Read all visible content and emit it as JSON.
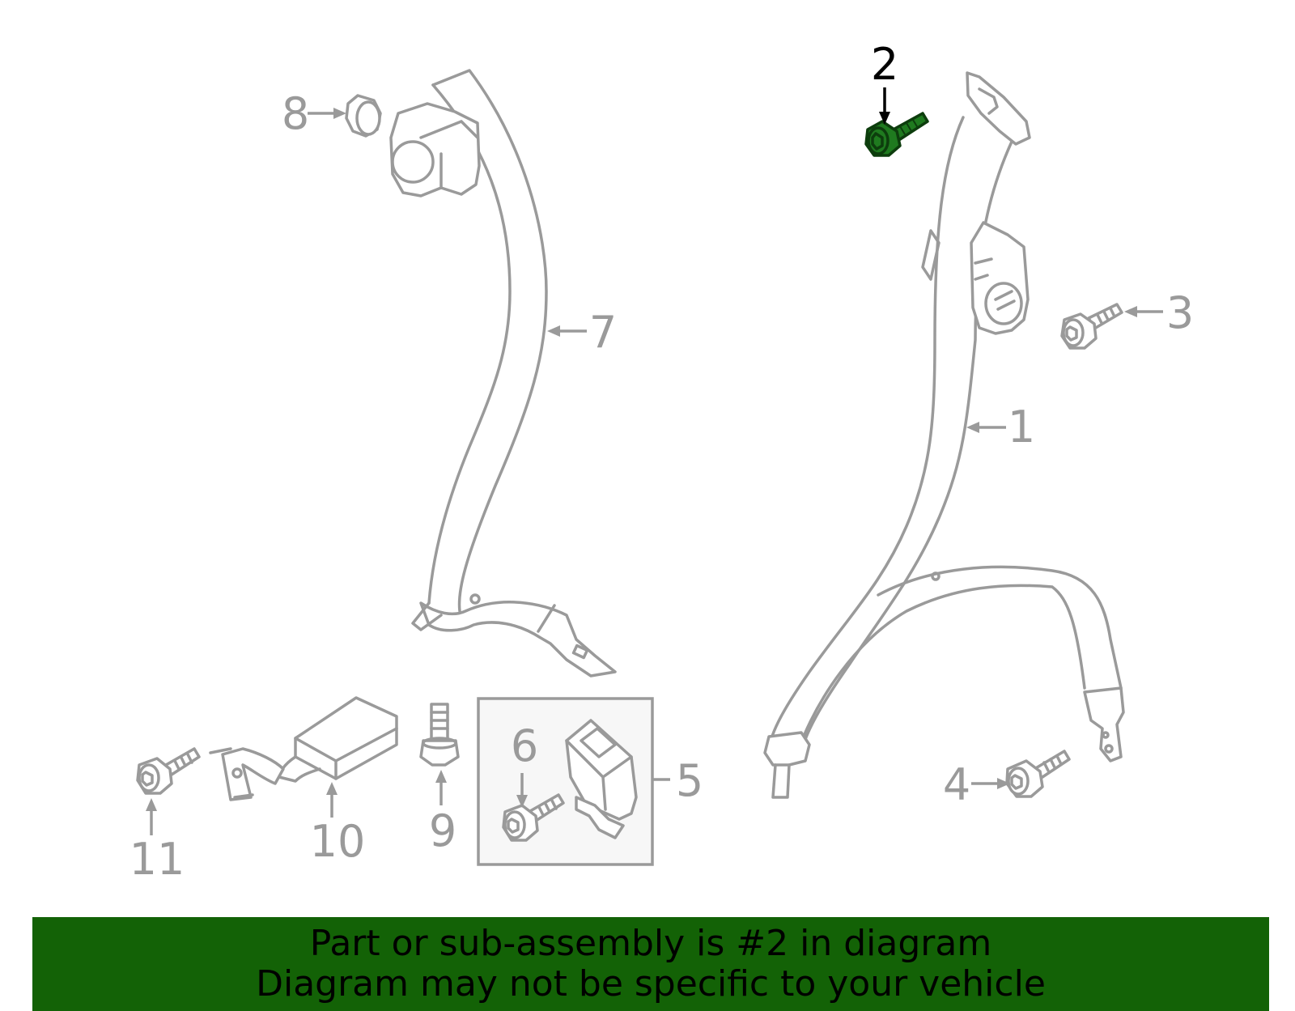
{
  "callouts": {
    "c1": "1",
    "c2": "2",
    "c3": "3",
    "c4": "4",
    "c5": "5",
    "c6": "6",
    "c7": "7",
    "c8": "8",
    "c9": "9",
    "c10": "10",
    "c11": "11"
  },
  "highlight": {
    "part_number": "2",
    "color": "#1f7a1f"
  },
  "banner": {
    "line1": "Part or sub-assembly is #2 in diagram",
    "line2": "Diagram may not be specific to your vehicle",
    "background": "#136206"
  }
}
